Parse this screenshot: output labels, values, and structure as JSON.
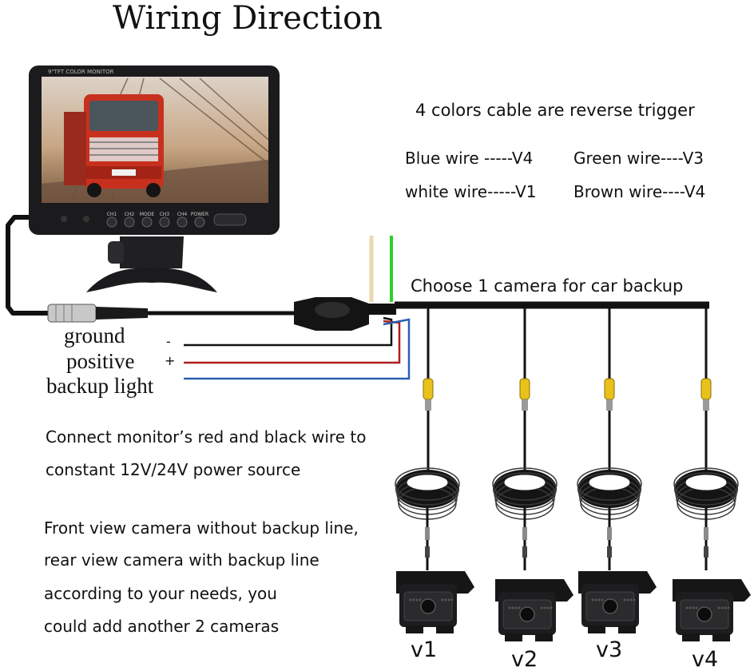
{
  "title": "Wiring Direction",
  "monitor": {
    "brand_text": "9\"TFT COLOR MONITOR",
    "buttons": [
      "CH1",
      "CH2",
      "MODE",
      "CH3",
      "CH4",
      "POWER"
    ]
  },
  "info": {
    "heading": "4 colors cable are reverse trigger",
    "wires": [
      "Blue wire -----V4",
      "Green wire----V3",
      "white wire-----V1",
      "Brown wire----V4"
    ]
  },
  "choose_label": "Choose 1 camera for car backup",
  "power_wires": [
    {
      "label": "ground",
      "sign": "-",
      "color": "#111111"
    },
    {
      "label": "positive",
      "sign": "+",
      "color": "#b01c1c"
    },
    {
      "label": "backup light",
      "sign": "",
      "color": "#2a5fb0"
    }
  ],
  "notes": {
    "power": [
      "Connect monitor’s red and black wire to",
      "constant 12V/24V power source"
    ],
    "usage": [
      "Front view camera without backup line,",
      "rear view camera with backup line",
      "according to your needs, you",
      "could add another 2 cameras"
    ]
  },
  "cameras": [
    "v1",
    "v2",
    "v3",
    "v4"
  ],
  "colors": {
    "cable": "#111111",
    "connector_yellow": "#e8c21a",
    "tan_stub": "#ecd7b0",
    "green_stub": "#2ad12a"
  }
}
